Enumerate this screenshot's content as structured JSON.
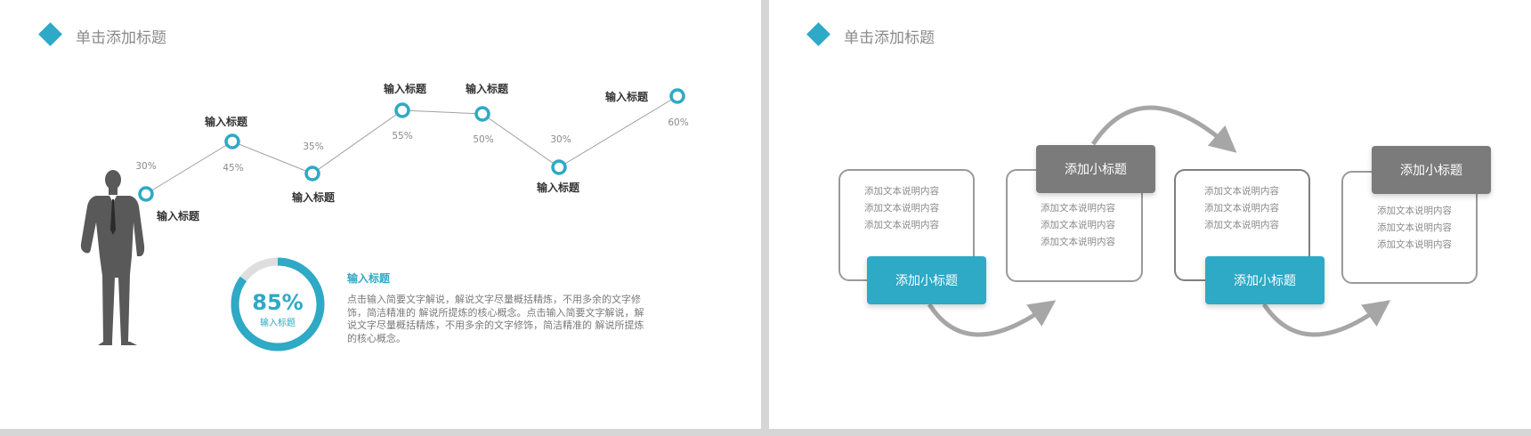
{
  "left_slide": {
    "title": "单击添加标题",
    "points": [
      {
        "label": "输入标题",
        "percent": "30%"
      },
      {
        "label": "输入标题",
        "percent": "45%"
      },
      {
        "label": "输入标题",
        "percent": "35%"
      },
      {
        "label": "输入标题",
        "percent": "55%"
      },
      {
        "label": "输入标题",
        "percent": "50%"
      },
      {
        "label": "输入标题",
        "percent": "30%"
      },
      {
        "label": "输入标题",
        "percent": "60%"
      }
    ],
    "ring": {
      "value_text": "85%",
      "value": 0.85,
      "label": "输入标题"
    },
    "text_block": {
      "heading": "输入标题",
      "lines": [
        "点击输入简要文字解说，解说文字尽量概括精炼，不用多余的文字修",
        "饰，简洁精准的 解说所提炼的核心概念。点击输入简要文字解说，解",
        "说文字尽量概括精炼，不用多余的文字修饰，简洁精准的 解说所提炼",
        "的核心概念。"
      ]
    },
    "colors": {
      "accent": "#2ea9c6",
      "silhouette": "#595959"
    }
  },
  "right_slide": {
    "title": "单击添加标题",
    "items": [
      {
        "heading": "添加小标题",
        "lines": [
          "添加文本说明内容",
          "添加文本说明内容",
          "添加文本说明内容"
        ]
      },
      {
        "heading": "添加小标题",
        "lines": [
          "添加文本说明内容",
          "添加文本说明内容",
          "添加文本说明内容"
        ]
      },
      {
        "heading": "添加小标题",
        "lines": [
          "添加文本说明内容",
          "添加文本说明内容",
          "添加文本说明内容"
        ]
      },
      {
        "heading": "添加小标题",
        "lines": [
          "添加文本说明内容",
          "添加文本说明内容",
          "添加文本说明内容"
        ]
      }
    ],
    "colors": {
      "accent": "#2ea9c6",
      "gray_header": "#7b7b7b",
      "arrow": "#a6a6a6"
    }
  }
}
